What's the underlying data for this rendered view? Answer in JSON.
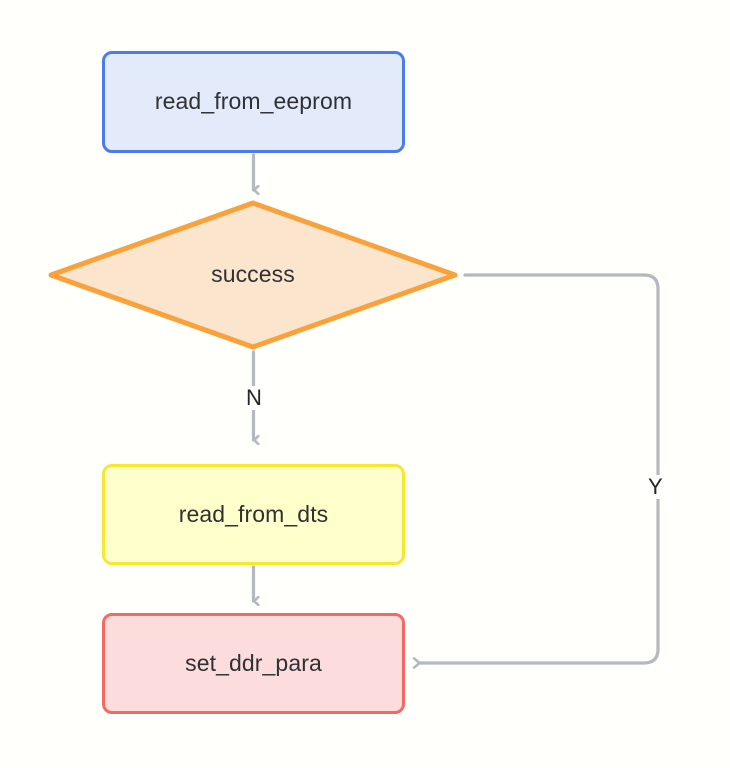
{
  "diagram": {
    "type": "flowchart",
    "direction": "top-to-bottom",
    "background_color": "#fffffb",
    "nodes": [
      {
        "id": "read_from_eeprom",
        "label": "read_from_eeprom",
        "shape": "rounded-rectangle",
        "fill_color": "#e3ebfb",
        "stroke_color": "#4b7ce9"
      },
      {
        "id": "success",
        "label": "success",
        "shape": "diamond",
        "fill_color": "#fce5cd",
        "stroke_color": "#f9a13a"
      },
      {
        "id": "read_from_dts",
        "label": "read_from_dts",
        "shape": "rounded-rectangle",
        "fill_color": "#ffffcb",
        "stroke_color": "#f7e731"
      },
      {
        "id": "set_ddr_para",
        "label": "set_ddr_para",
        "shape": "rounded-rectangle",
        "fill_color": "#fcdcdc",
        "stroke_color": "#f26a63"
      }
    ],
    "edges": [
      {
        "id": "e1",
        "from": "read_from_eeprom",
        "to": "success",
        "label": ""
      },
      {
        "id": "e2",
        "from": "success",
        "to": "read_from_dts",
        "label": "N"
      },
      {
        "id": "e3",
        "from": "read_from_dts",
        "to": "set_ddr_para",
        "label": ""
      },
      {
        "id": "e4",
        "from": "success",
        "to": "set_ddr_para",
        "label": "Y"
      }
    ],
    "edge_color": "#b3b9bf"
  }
}
